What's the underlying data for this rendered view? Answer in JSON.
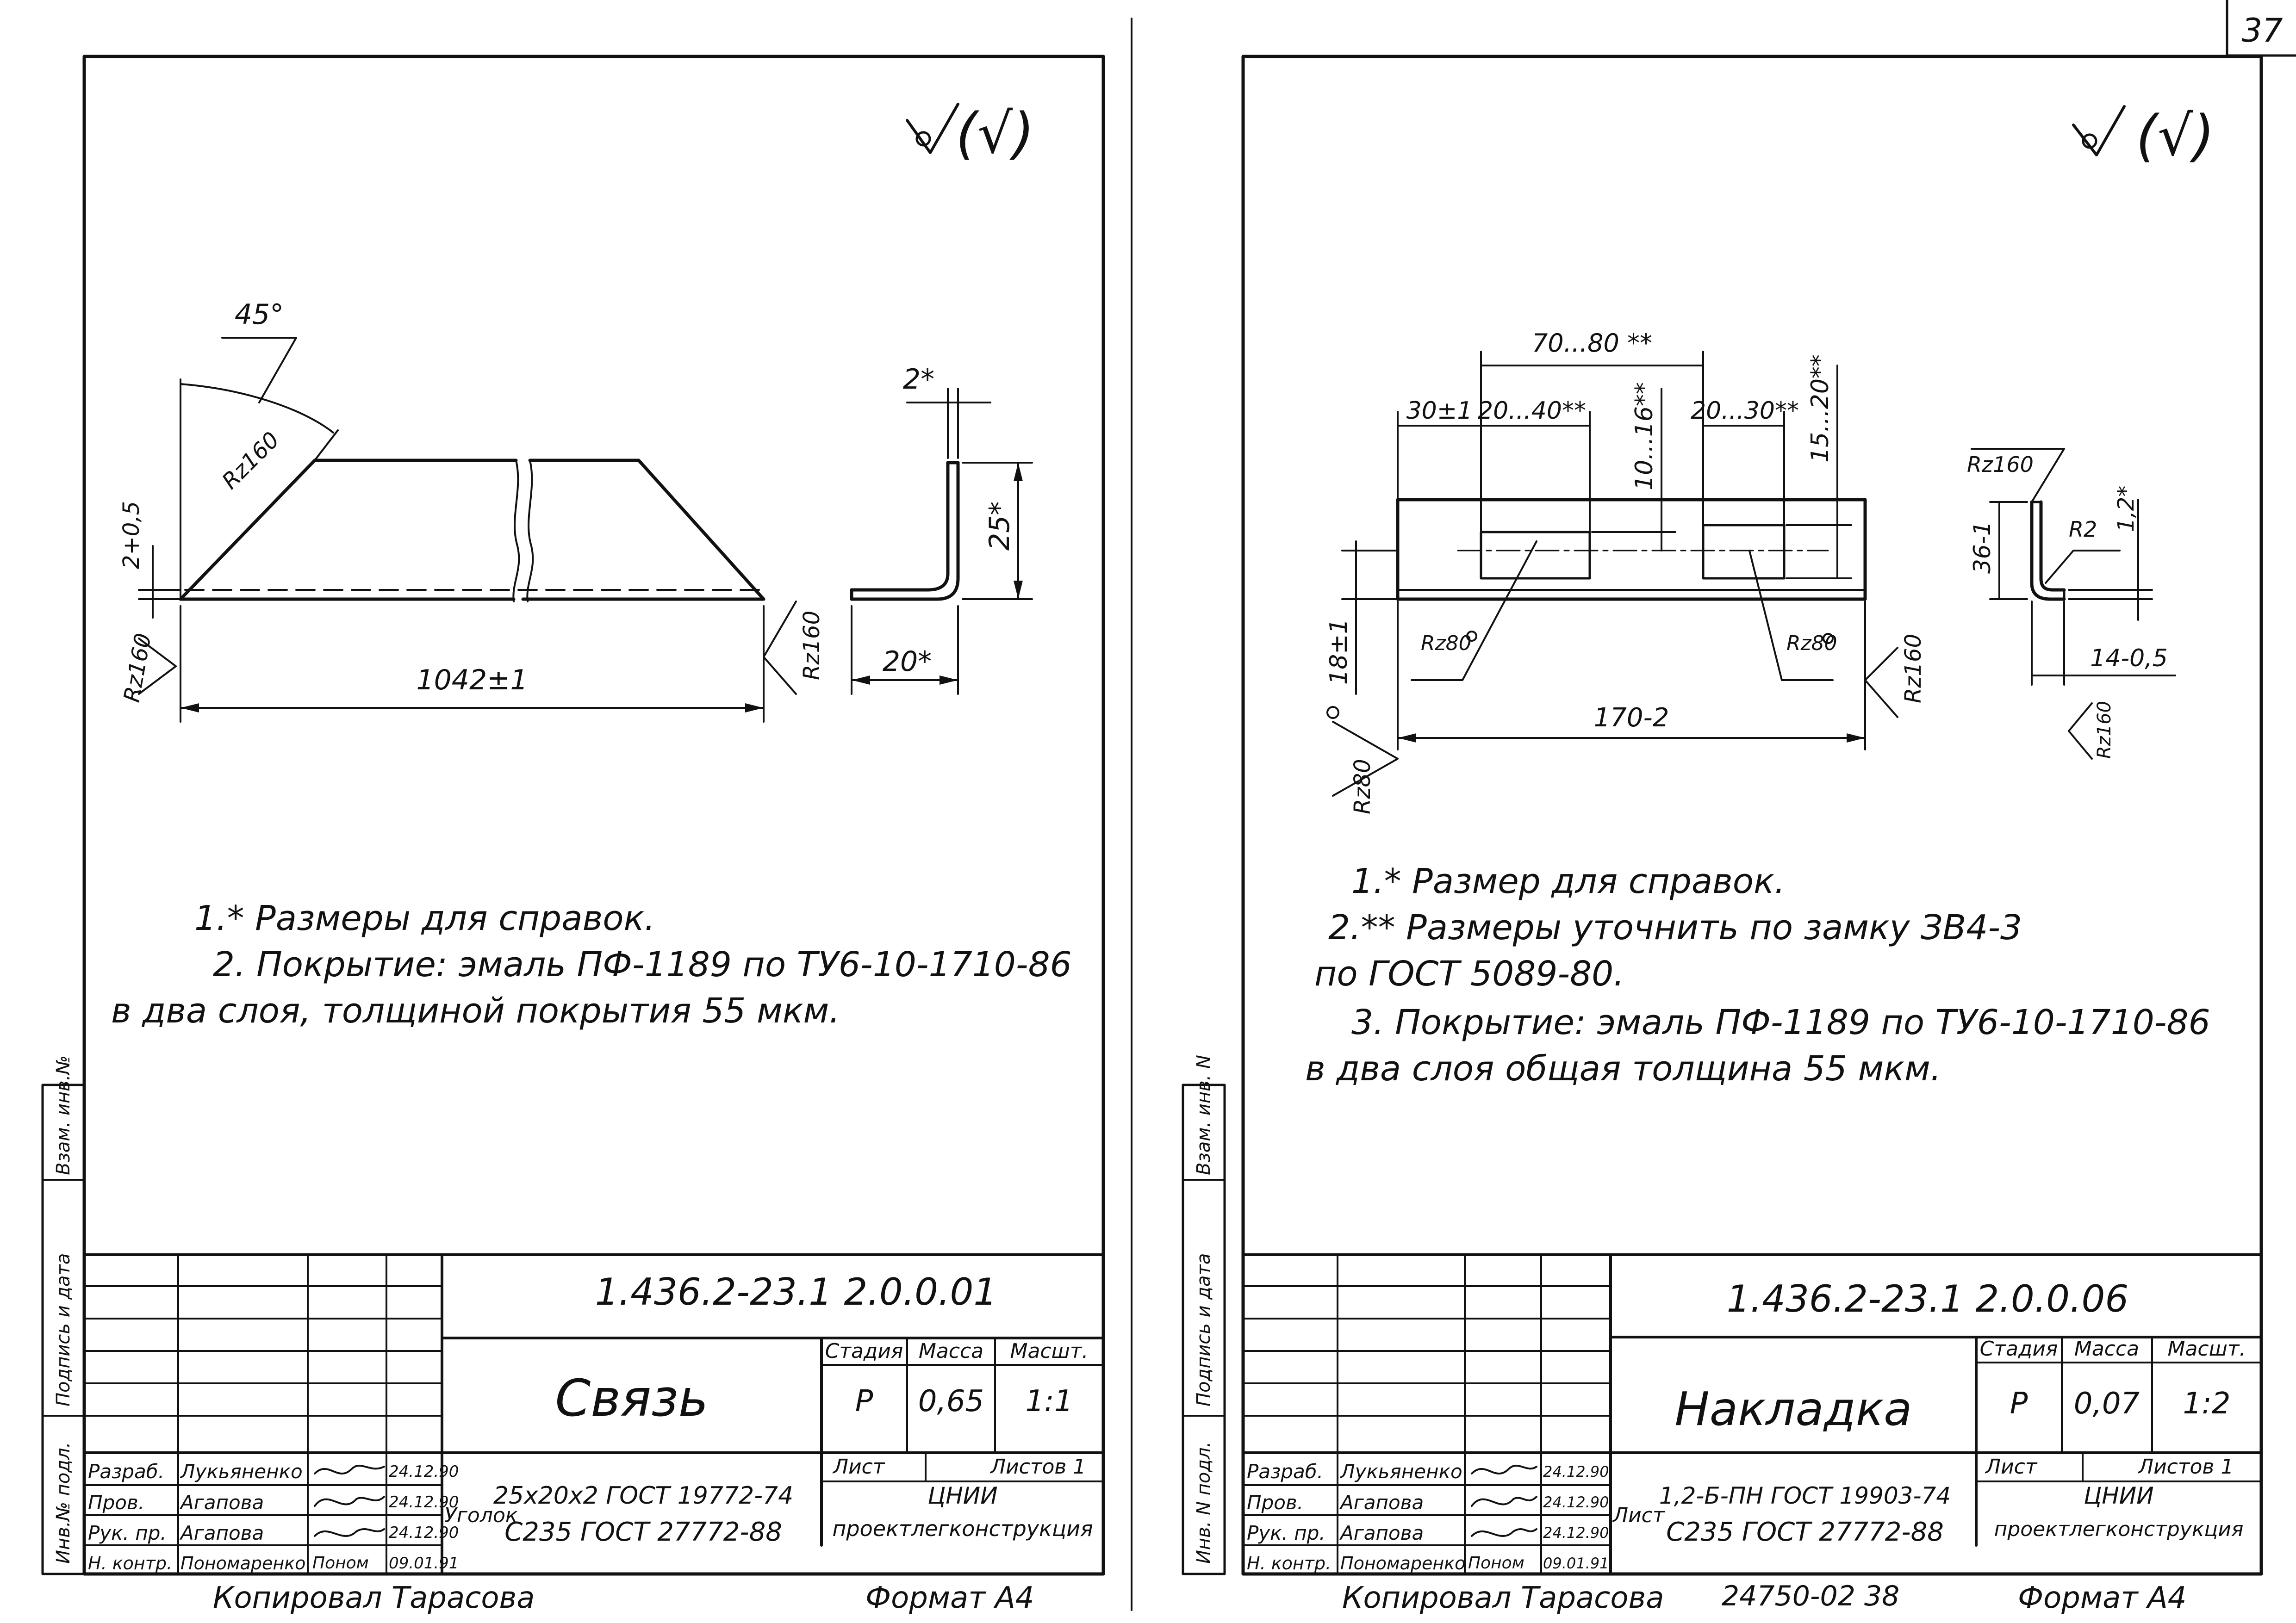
{
  "page_number": "37",
  "left": {
    "roughness_mark": "(√)",
    "dims": {
      "angle": "45°",
      "rz_edge": "Rz160",
      "rz_left": "Rz160",
      "rz_right": "Rz160",
      "height_tol": "2+0,5",
      "length": "1042±1",
      "thickness": "2*",
      "flange_v": "25*",
      "flange_h": "20*"
    },
    "notes": [
      "1.* Размеры для справок.",
      "2. Покрытие: эмаль ПФ-1189 по ТУ6-10-1710-86",
      "в два слоя, толщиной покрытия 55 мкм."
    ],
    "side_labels": [
      "Инв.№ подл.",
      "Подпись и дата",
      "Взам. инв.№"
    ],
    "title_block": {
      "doc_code": "1.436.2-23.1 2.0.0.01",
      "name": "Связь",
      "stage_h": "Стадия",
      "mass_h": "Масса",
      "scale_h": "Масшт.",
      "stage": "Р",
      "mass": "0,65",
      "scale": "1:1",
      "sheet_h": "Лист",
      "sheets_h": "Листов 1",
      "org1": "ЦНИИ",
      "org2": "проектлегконструкция",
      "material_label": "Уголок",
      "material1": "25x20x2 ГОСТ 19772-74",
      "material2": "С235 ГОСТ 27772-88",
      "roles": [
        "Разраб.",
        "Пров.",
        "Рук. пр.",
        "Н. контр."
      ],
      "names": [
        "Лукьяненко",
        "Агапова",
        "Агапова",
        "Пономаренко"
      ],
      "sigs": [
        "",
        "",
        "",
        "Поном"
      ],
      "dates": [
        "24.12.90",
        "24.12.90",
        "24.12.90",
        "09.01.91"
      ]
    },
    "copied_by": "Копировал Тарасова",
    "format": "Формат А4"
  },
  "right": {
    "roughness_mark": "(√)",
    "dims": {
      "d70_80": "70...80 **",
      "d30": "30±1",
      "d20_40": "20...40**",
      "d20_30": "20...30**",
      "d10_16": "10...16**",
      "d15_20": "15...20**",
      "d18": "18±1",
      "d170": "170-2",
      "rz80_a": "Rz80",
      "rz80_b": "Rz80",
      "rz80_c": "Rz80",
      "rz160_side": "Rz160",
      "rz160_top": "Rz160",
      "rz160_bot": "Rz160",
      "d36": "36-1",
      "r2": "R2",
      "d1_2": "1,2*",
      "d14": "14-0,5"
    },
    "notes": [
      "1.* Размер для справок.",
      "2.** Размеры уточнить по замку ЗВ4-3",
      "по ГОСТ 5089-80.",
      "3. Покрытие: эмаль ПФ-1189 по ТУ6-10-1710-86",
      "в два слоя общая толщина 55 мкм."
    ],
    "side_labels": [
      "Инв. N подл.",
      "Подпись и дата",
      "Взам. инв. N"
    ],
    "title_block": {
      "doc_code": "1.436.2-23.1 2.0.0.06",
      "name": "Накладка",
      "stage_h": "Стадия",
      "mass_h": "Масса",
      "scale_h": "Масшт.",
      "stage": "Р",
      "mass": "0,07",
      "scale": "1:2",
      "sheet_h": "Лист",
      "sheets_h": "Листов 1",
      "org1": "ЦНИИ",
      "org2": "проектлегконструкция",
      "material_label": "Лист",
      "material1": "1,2-Б-ПН ГОСТ 19903-74",
      "material2": "С235 ГОСТ 27772-88",
      "roles": [
        "Разраб.",
        "Пров.",
        "Рук. пр.",
        "Н. контр."
      ],
      "names": [
        "Лукьяненко",
        "Агапова",
        "Агапова",
        "Пономаренко"
      ],
      "sigs": [
        "",
        "",
        "",
        "Поном"
      ],
      "dates": [
        "24.12.90",
        "24.12.90",
        "24.12.90",
        "09.01.91"
      ]
    },
    "copied_by": "Копировал Тарасова",
    "archive_no": "24750-02 38",
    "format": "Формат А4"
  }
}
